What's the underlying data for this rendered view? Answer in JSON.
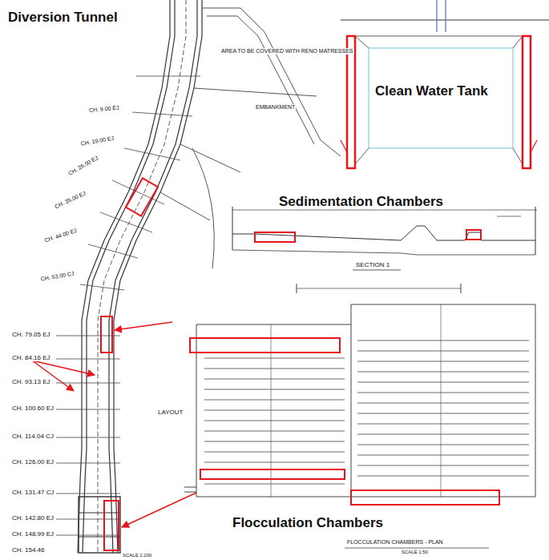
{
  "diagram": {
    "labels": [
      "Diversion Tunnel",
      "Clean Water Tank",
      "Sedimentation Chambers",
      "SECTION 1",
      "Flocculation Chambers",
      "FLOCCULATION CHAMBERS - PLAN",
      "SCALE 1:50",
      "AREA TO BE COVERED WITH RENO MATRESSES",
      "EMBANKMENT",
      "LAYOUT",
      "CH. 79.05 EJ",
      "CH. 84.16 EJ",
      "CH. 93.13 EJ",
      "CH. 100.60 EJ",
      "CH. 114.04 CJ",
      "CH. 126.00 EJ",
      "CH. 131.47 CJ",
      "CH. 142.80 EJ",
      "CH. 148.99 EJ",
      "CH. 154.46",
      "SCALE 1:200",
      "CH. 53.00 CJ",
      "CH. 44.00 EJ",
      "CH. 35.00 EJ",
      "CH. 26.00 EJ",
      "CH. 19.00 EJ",
      "CH. 9.00 EJ"
    ]
  }
}
